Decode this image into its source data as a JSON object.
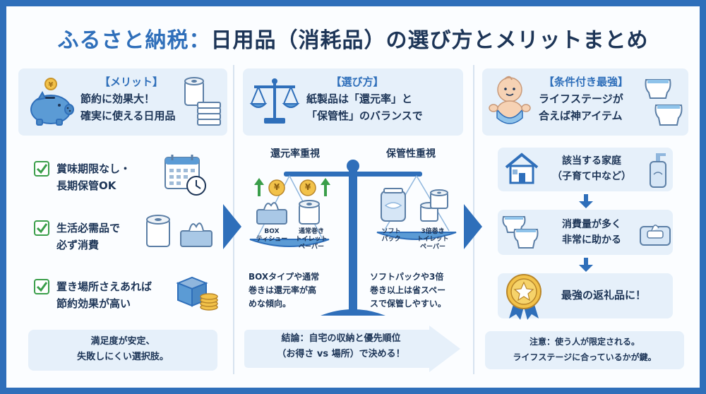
{
  "title": {
    "part1": "ふるさと納税：",
    "part2": "日用品（消耗品）の選び方とメリットまとめ"
  },
  "col1": {
    "header_title": "【メリット】",
    "header_line1": "節約に効果大！",
    "header_line2": "確実に使える日用品",
    "items": [
      {
        "line1": "賞味期限なし・",
        "line2": "長期保管OK"
      },
      {
        "line1": "生活必需品で",
        "line2": "必ず消費"
      },
      {
        "line1": "置き場所さえあれば",
        "line2": "節約効果が高い"
      }
    ],
    "footer_line1": "満足度が安定、",
    "footer_line2": "失敗しにくい選択肢。"
  },
  "col2": {
    "header_title": "【選び方】",
    "header_line1": "紙製品は「還元率」と",
    "header_line2": "「保管性」のバランスで",
    "left_label": "還元率重視",
    "right_label": "保管性重視",
    "yen": "¥",
    "box_tissue": "BOX\nティシュー",
    "normal_roll": "通常巻き\nトイレット\nペーパー",
    "soft_pack": "ソフト\nパック",
    "triple_roll": "3倍巻き\nトイレット\nペーパー",
    "left_desc": [
      "BOXタイプや通常",
      "巻きは還元率が高",
      "めな傾向。"
    ],
    "right_desc": [
      "ソフトパックや3倍",
      "巻き以上は省スペー",
      "スで保管しやすい。"
    ],
    "conclusion_line1": "結論：自宅の収納と優先順位",
    "conclusion_line2": "（お得さ vs 場所）で決める！"
  },
  "col3": {
    "header_title": "【条件付き最強】",
    "header_line1": "ライフステージが",
    "header_line2": "合えば神アイテム",
    "step1_line1": "該当する家庭",
    "step1_line2": "（子育て中など）",
    "step2_line1": "消費量が多く",
    "step2_line2": "非常に助かる",
    "step3": "最強の返礼品に！",
    "note_line1": "注意：使う人が限定される。",
    "note_line2": "ライフステージに合っているかが鍵。"
  },
  "colors": {
    "accent": "#2f6fba",
    "dark": "#1d3557",
    "panel": "#e6f0fa",
    "check": "#3a9e4a",
    "gold": "#e8b83a"
  }
}
